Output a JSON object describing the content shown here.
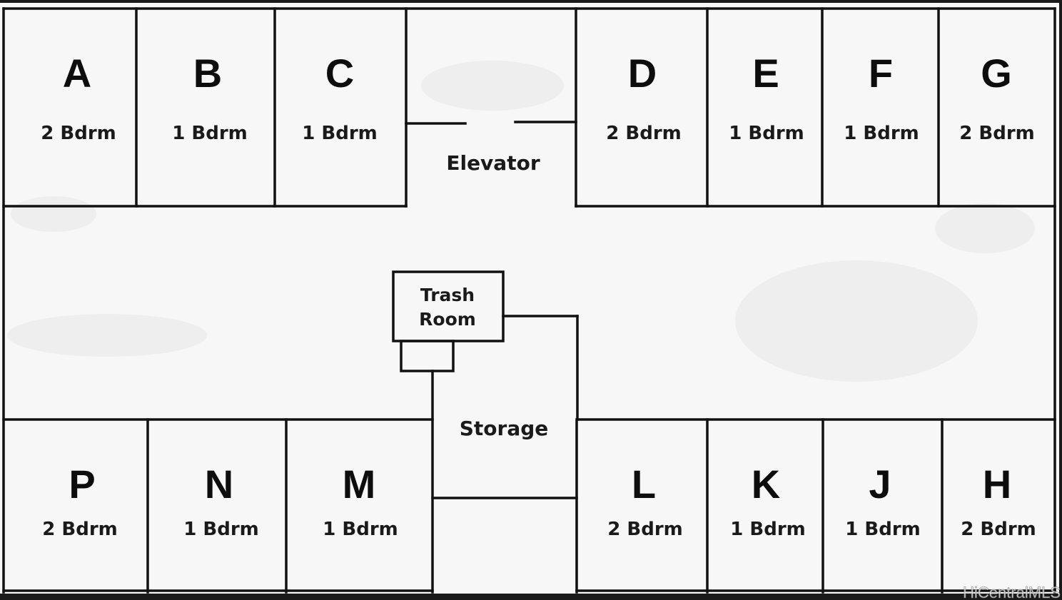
{
  "units": [
    {
      "id": "A",
      "letter": "A",
      "beds": "2 Bdrm"
    },
    {
      "id": "B",
      "letter": "B",
      "beds": "1 Bdrm"
    },
    {
      "id": "C",
      "letter": "C",
      "beds": "1 Bdrm"
    },
    {
      "id": "D",
      "letter": "D",
      "beds": "2 Bdrm"
    },
    {
      "id": "E",
      "letter": "E",
      "beds": "1 Bdrm"
    },
    {
      "id": "F",
      "letter": "F",
      "beds": "1 Bdrm"
    },
    {
      "id": "G",
      "letter": "G",
      "beds": "2 Bdrm"
    },
    {
      "id": "P",
      "letter": "P",
      "beds": "2 Bdrm"
    },
    {
      "id": "N",
      "letter": "N",
      "beds": "1 Bdrm"
    },
    {
      "id": "M",
      "letter": "M",
      "beds": "1 Bdrm"
    },
    {
      "id": "L",
      "letter": "L",
      "beds": "2 Bdrm"
    },
    {
      "id": "K",
      "letter": "K",
      "beds": "1 Bdrm"
    },
    {
      "id": "J",
      "letter": "J",
      "beds": "1 Bdrm"
    },
    {
      "id": "H",
      "letter": "H",
      "beds": "2 Bdrm"
    }
  ],
  "rooms": {
    "elevator": "Elevator",
    "trash_line1": "Trash",
    "trash_line2": "Room",
    "storage": "Storage"
  },
  "watermark": "HiCentralMLS",
  "colors": {
    "paper": "#f7f7f7",
    "wall": "#111111",
    "text": "#1a1a1a",
    "frame": "#1a1a1a"
  }
}
